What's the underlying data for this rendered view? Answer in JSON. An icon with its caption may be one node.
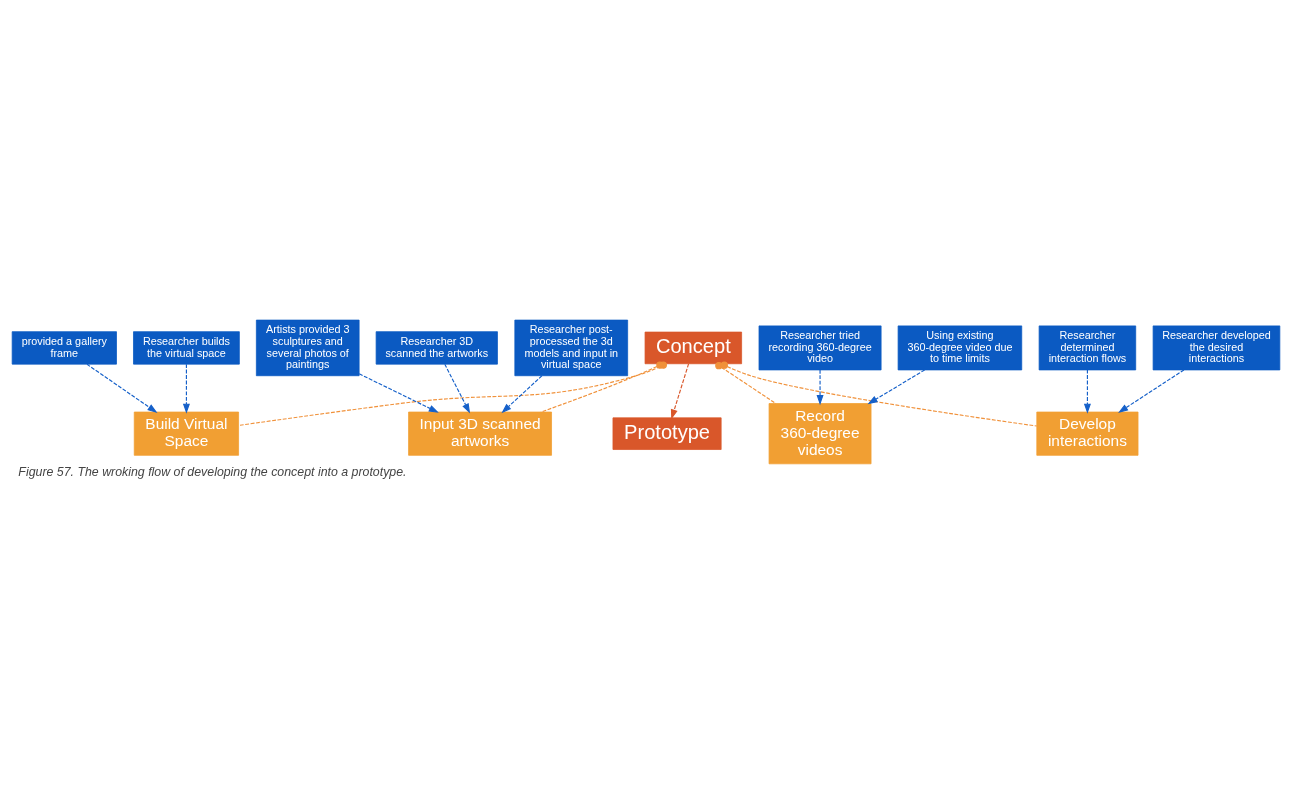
{
  "diagram": {
    "caption": "Figure 57. The wroking flow of developing the concept into a prototype.",
    "nodes": [
      {
        "text": [
          "Concept"
        ]
      },
      {
        "text": [
          "Build Virtual Space"
        ]
      },
      {
        "text": [
          "provided a gallery frame"
        ]
      },
      {
        "text": [
          "Researcher builds the virtual space"
        ]
      },
      {
        "text": [
          "Input 3D scanned artworks"
        ]
      },
      {
        "text": [
          "Artists provided 3 sculptures and several photos of paintings"
        ]
      },
      {
        "text": [
          "Researcher 3D scanned the artworks"
        ]
      },
      {
        "text": [
          "Researcher post-processed the 3d models and input in virtual space"
        ]
      },
      {
        "text": [
          "Record 360-degree videos"
        ]
      },
      {
        "text": [
          "Researcher tried recording 360-degree video"
        ]
      },
      {
        "text": [
          "Using existing 360-degree video due to time limits"
        ]
      },
      {
        "text": [
          "Develop interactions"
        ]
      },
      {
        "text": [
          "Researcher determined interaction flows"
        ]
      },
      {
        "text": [
          "Researcher developed the desired interactions"
        ]
      },
      {
        "text": [
          "Prototype"
        ]
      }
    ],
    "edges": [
      {
        "from": 0,
        "to": 14,
        "arrow": "to",
        "style": "dashed",
        "color": "#d9572a"
      },
      {
        "from": 0,
        "to": 1,
        "arrow": "other",
        "style": "dashed",
        "color": "#f0913a"
      },
      {
        "from": 0,
        "to": 4,
        "arrow": "other",
        "style": "dashed",
        "color": "#f0913a"
      },
      {
        "from": 0,
        "to": 8,
        "arrow": "other",
        "style": "dashed",
        "color": "#f0913a"
      },
      {
        "from": 0,
        "to": 11,
        "arrow": "other",
        "style": "dashed",
        "color": "#f0913a"
      },
      {
        "from": 2,
        "to": 1,
        "arrow": "to",
        "style": "dashed"
      },
      {
        "from": 3,
        "to": 1,
        "arrow": "to",
        "style": "dashed"
      },
      {
        "from": 5,
        "to": 4,
        "arrow": "to",
        "style": "dashed"
      },
      {
        "from": 6,
        "to": 4,
        "arrow": "to",
        "style": "dashed"
      },
      {
        "from": 7,
        "to": 4,
        "arrow": "to",
        "style": "dashed"
      },
      {
        "from": 9,
        "to": 8,
        "arrow": "to",
        "style": "dashed"
      },
      {
        "from": 10,
        "to": 8,
        "arrow": "to",
        "style": "dashed"
      },
      {
        "from": 12,
        "to": 11,
        "arrow": "to",
        "style": "dashed"
      },
      {
        "from": 13,
        "to": 11,
        "arrow": "to",
        "style": "dashed"
      }
    ]
  }
}
